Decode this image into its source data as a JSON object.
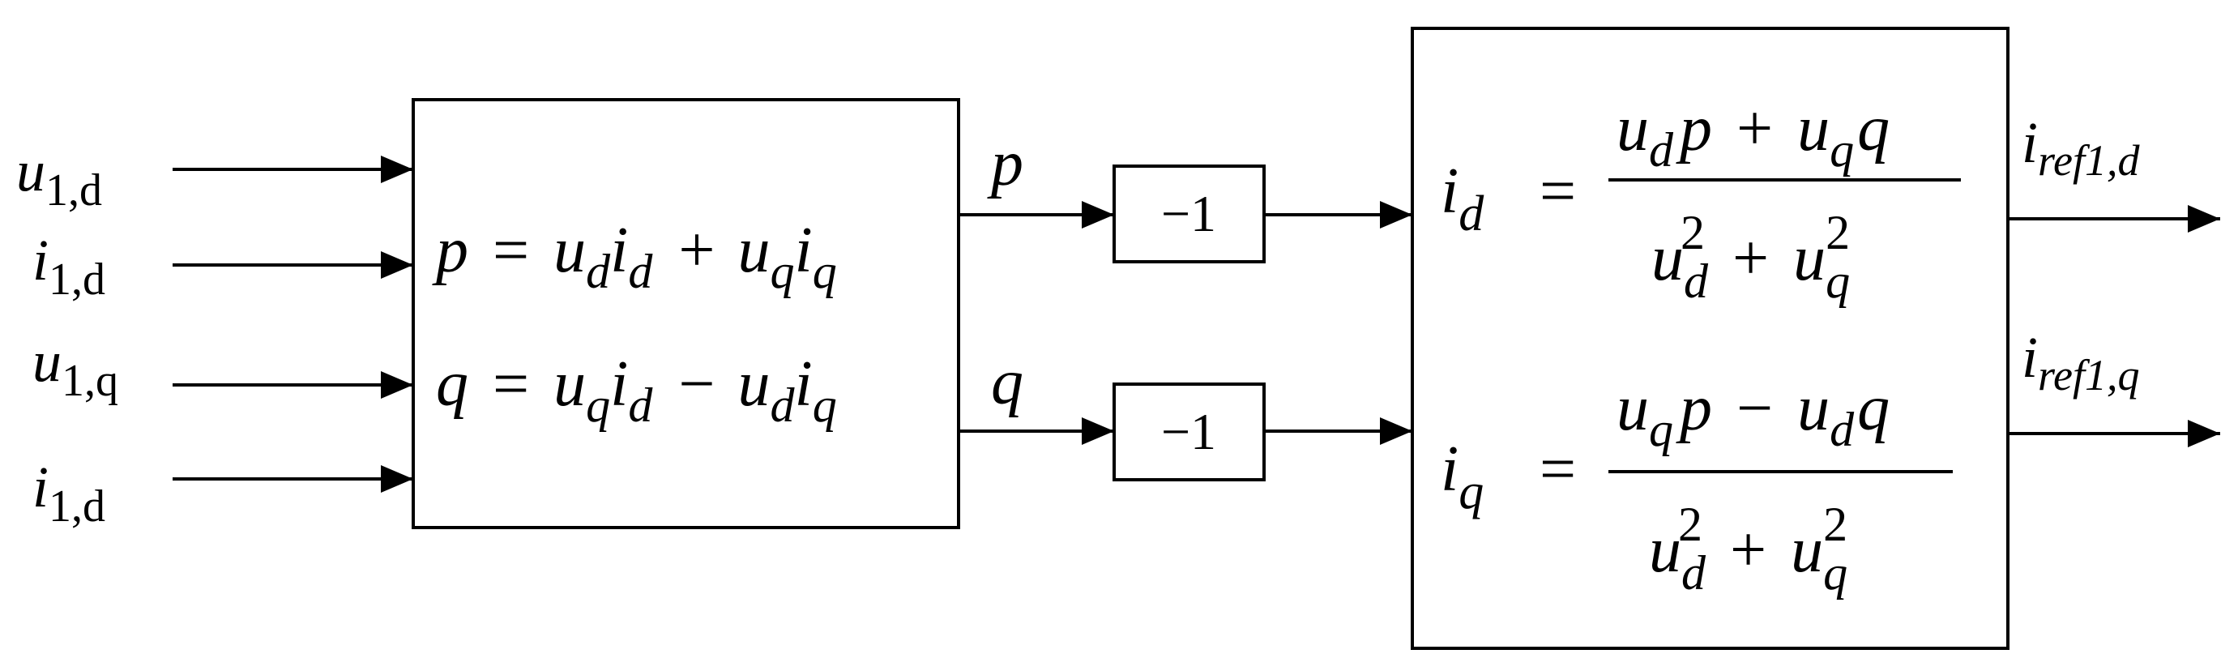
{
  "inputs": {
    "u1d": {
      "base": "u",
      "sub": "1,d"
    },
    "i1d_a": {
      "base": "i",
      "sub": "1,d"
    },
    "u1q": {
      "base": "u",
      "sub": "1,q"
    },
    "i1d_b": {
      "base": "i",
      "sub": "1,d"
    }
  },
  "power_block": {
    "eq_p": {
      "lhs": "p",
      "eq": "=",
      "t1": "u",
      "s1": "d",
      "t2": "i",
      "s2": "d",
      "op": "+",
      "t3": "u",
      "s3": "q",
      "t4": "i",
      "s4": "q"
    },
    "eq_q": {
      "lhs": "q",
      "eq": "=",
      "t1": "u",
      "s1": "q",
      "t2": "i",
      "s2": "d",
      "op": "−",
      "t3": "u",
      "s3": "d",
      "t4": "i",
      "s4": "q"
    }
  },
  "signals": {
    "p": "p",
    "q": "q"
  },
  "gain_blocks": {
    "top": "−1",
    "bottom": "−1"
  },
  "current_block": {
    "id_eq": {
      "lhs": "i",
      "lhs_sub": "d",
      "eq": "=",
      "num": {
        "a": "u",
        "as": "d",
        "b": "p",
        "op": "+",
        "c": "u",
        "cs": "q",
        "d": "q"
      },
      "den": {
        "a": "u",
        "as": "d",
        "ap": "2",
        "op": "+",
        "b": "u",
        "bs": "q",
        "bp": "2"
      }
    },
    "iq_eq": {
      "lhs": "i",
      "lhs_sub": "q",
      "eq": "=",
      "num": {
        "a": "u",
        "as": "q",
        "b": "p",
        "op": "−",
        "c": "u",
        "cs": "d",
        "d": "q"
      },
      "den": {
        "a": "u",
        "as": "d",
        "ap": "2",
        "op": "+",
        "b": "u",
        "bs": "q",
        "bp": "2"
      }
    }
  },
  "outputs": {
    "iref_d": {
      "base": "i",
      "sub": "ref1,d"
    },
    "iref_q": {
      "base": "i",
      "sub": "ref1,q"
    }
  }
}
